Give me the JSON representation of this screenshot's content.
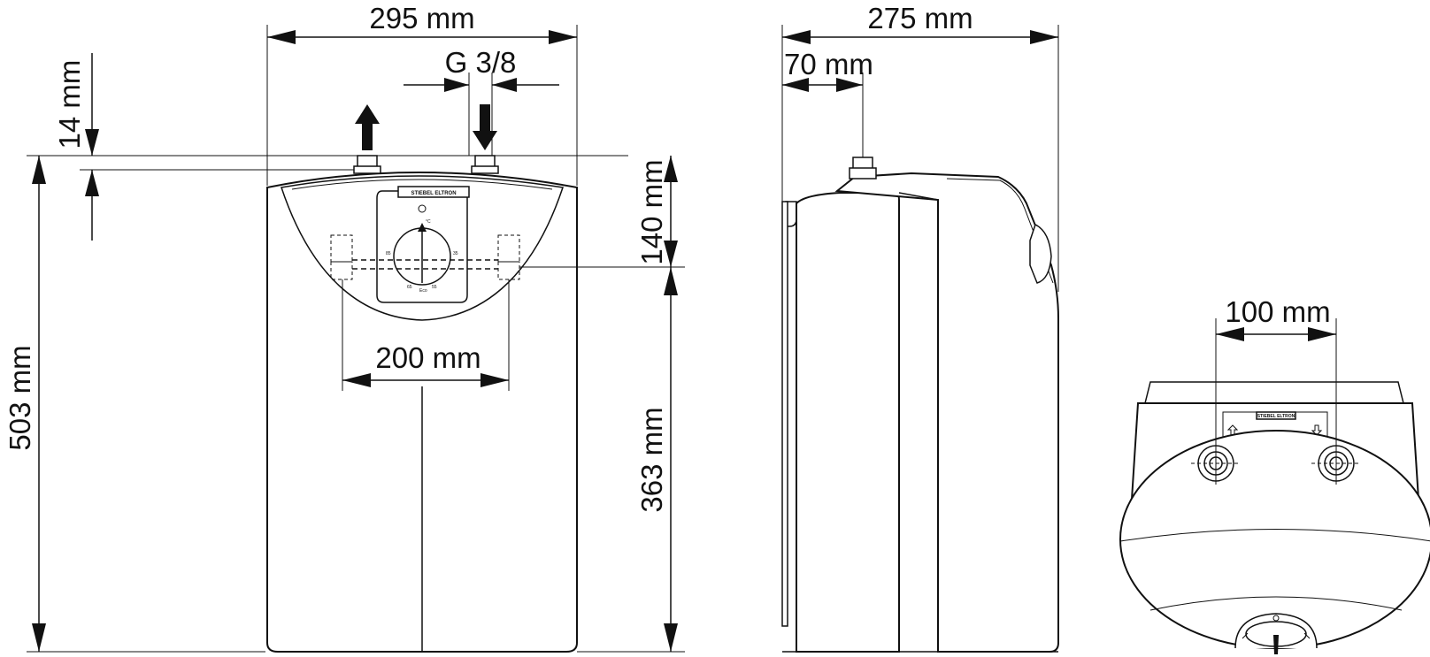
{
  "dimensions": {
    "front_width": "295 mm",
    "connection_thread": "G 3/8",
    "connection_offset_top": "14 mm",
    "connection_height": "140 mm",
    "connection_spacing": "200 mm",
    "height_total": "503 mm",
    "height_lower": "363 mm",
    "side_depth": "275 mm",
    "side_connection_offset": "70 mm",
    "bottom_connection_spacing": "100 mm"
  },
  "labels": {
    "brand_front": "STIEBEL ELTRON",
    "brand_bottom": "STIEBEL ELTRON",
    "dial_scale": [
      "°C",
      "85",
      "35",
      "65",
      "Eco",
      "55"
    ]
  },
  "icons": {
    "outlet_arrow": "arrow-up-icon",
    "inlet_arrow": "arrow-down-icon"
  }
}
